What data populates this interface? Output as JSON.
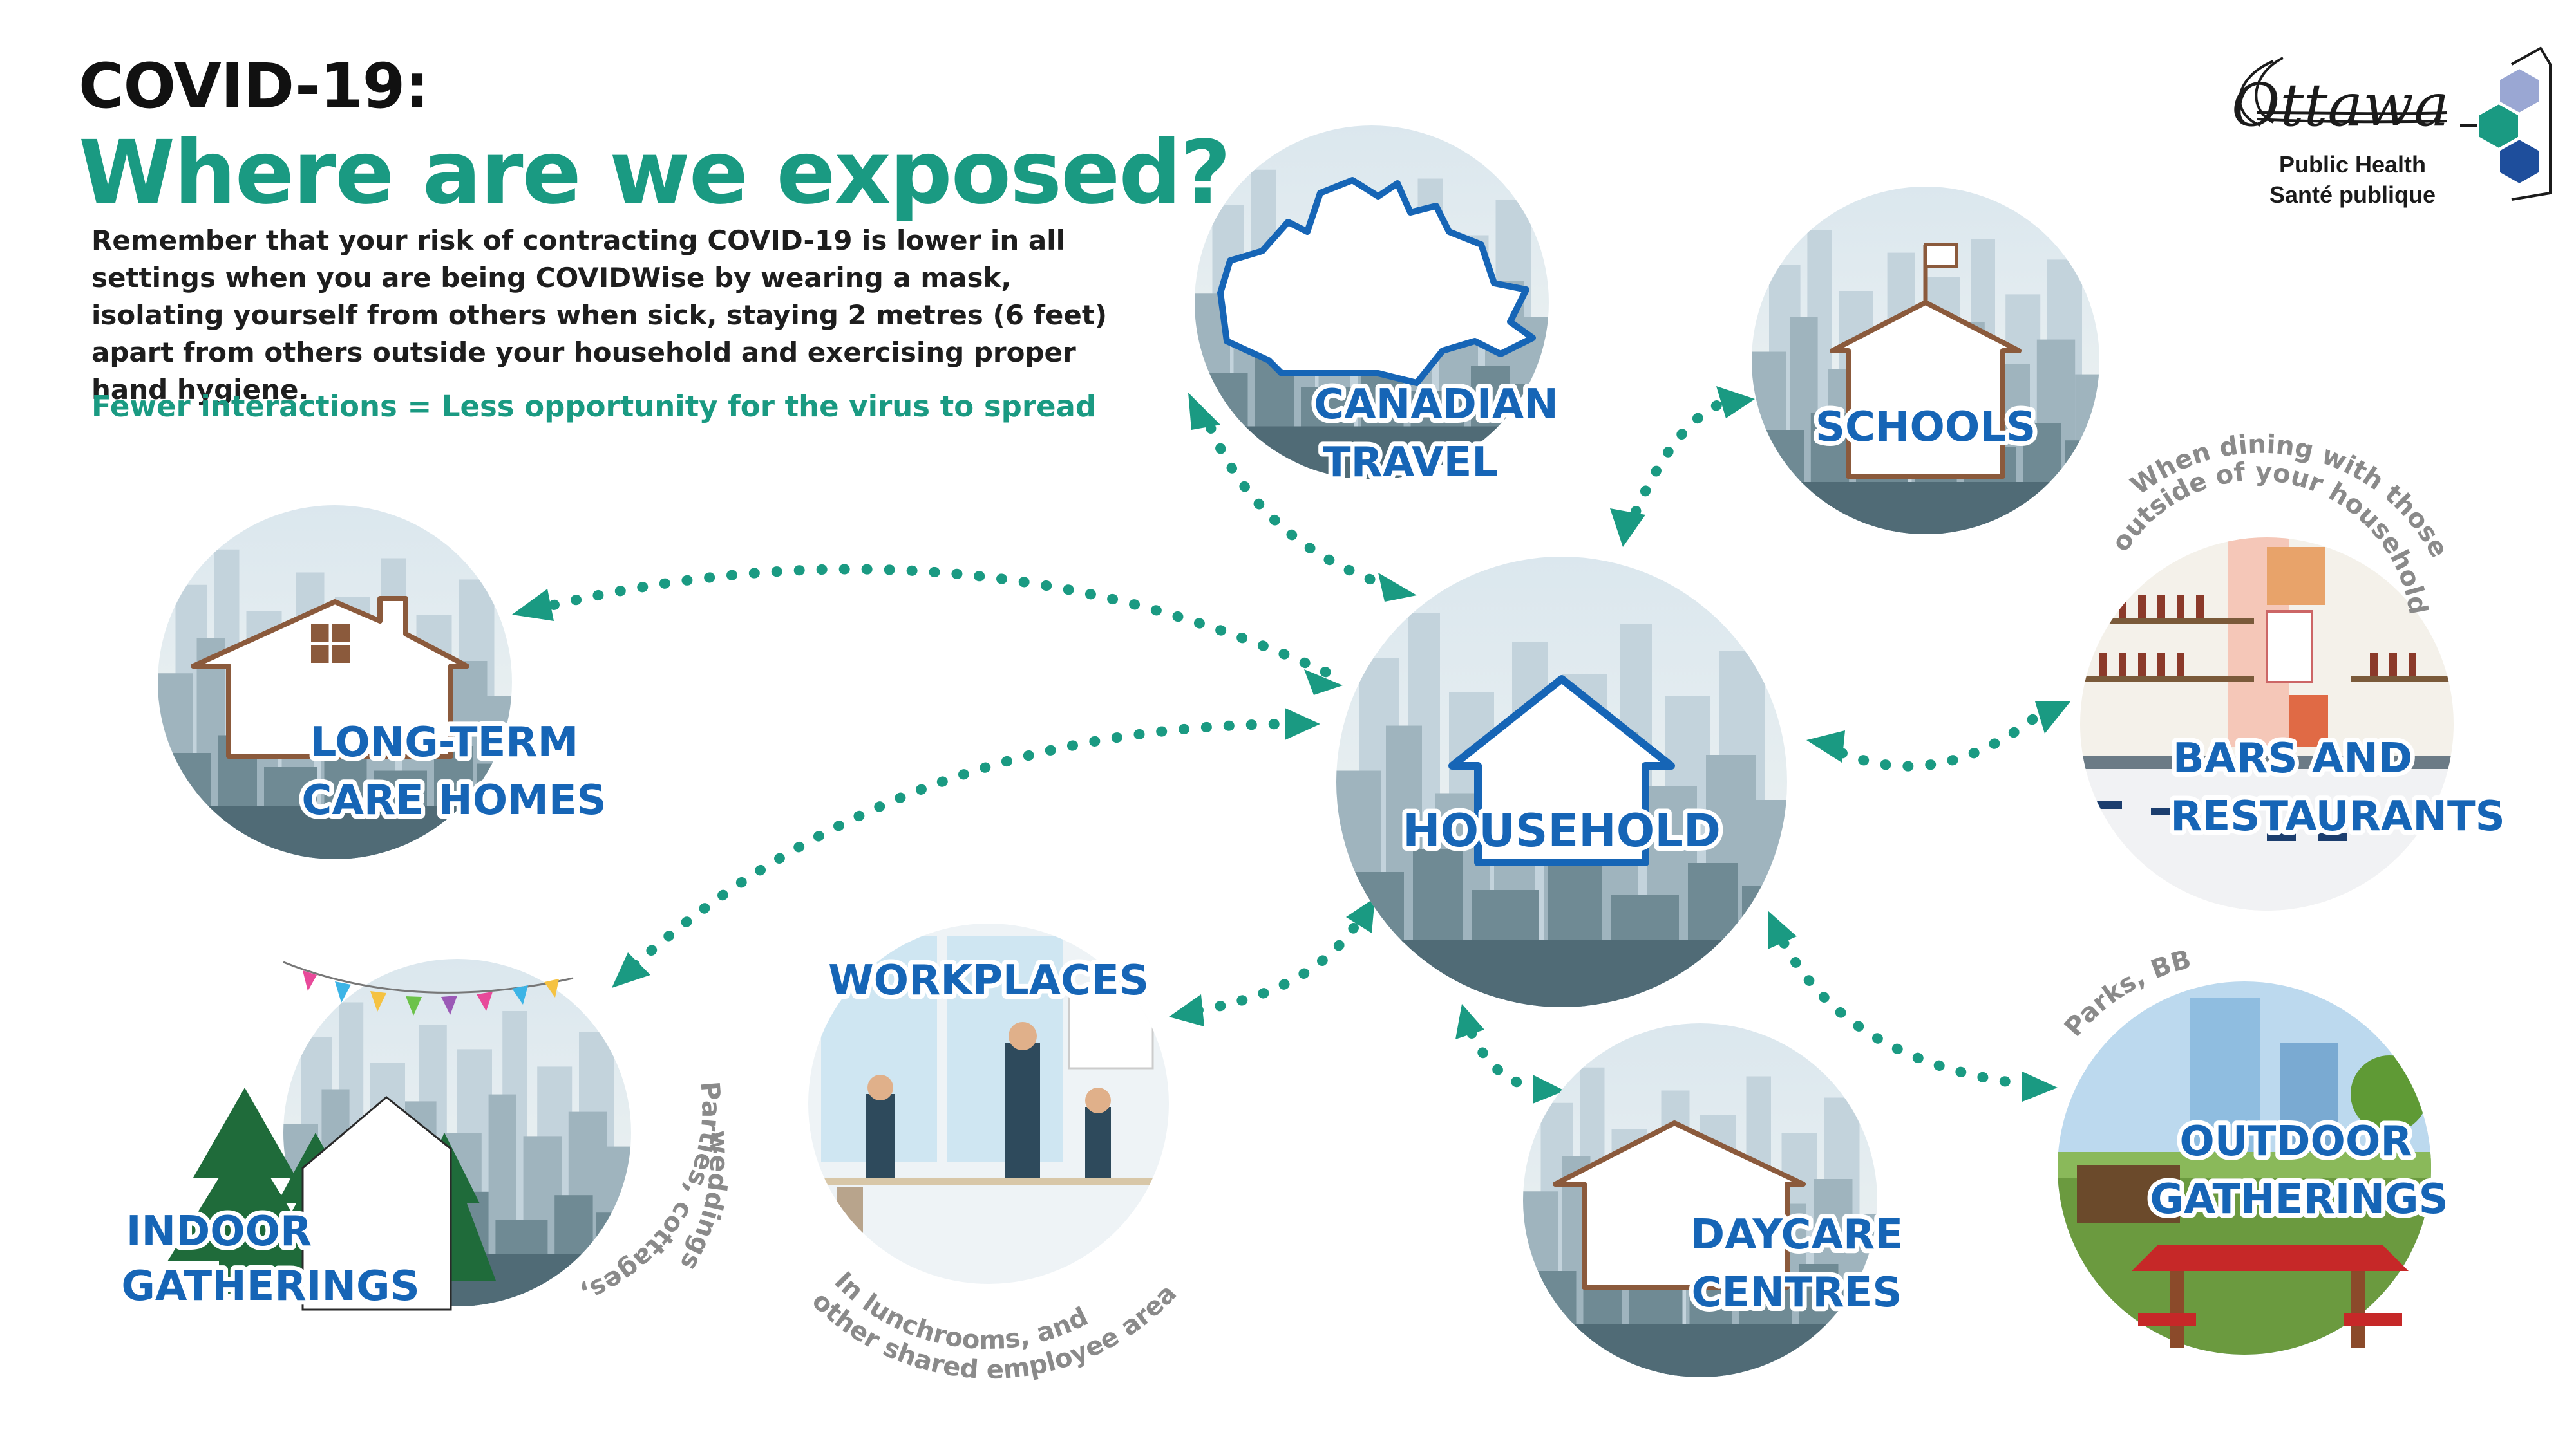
{
  "header": {
    "title_line1": "COVID-19:",
    "title_line2": "Where are we exposed?",
    "intro": "Remember that your risk of contracting COVID-19 is lower in all settings when you are being COVIDWise by wearing a mask, isolating yourself from others when sick, staying 2 metres (6 feet) apart from others outside your household and exercising proper hand hygiene.",
    "tagline": "Fewer interactions = Less opportunity for the virus to spread"
  },
  "logo": {
    "name": "Ottawa",
    "line1": "Public Health",
    "line2": "Santé publique",
    "icon": "hexagon-cluster-icon"
  },
  "center": {
    "label": "HOUSEHOLD",
    "icon": "house-icon"
  },
  "nodes": {
    "canadian_travel": {
      "line1": "CANADIAN",
      "line2": "TRAVEL",
      "icon": "canada-map-icon"
    },
    "schools": {
      "label": "SCHOOLS",
      "icon": "school-house-icon"
    },
    "long_term_care": {
      "line1": "LONG-TERM",
      "line2": "CARE HOMES",
      "icon": "care-home-icon"
    },
    "bars_restaurants": {
      "line1": "BARS AND",
      "line2": "RESTAURANTS",
      "note_line1": "When dining with those",
      "note_line2": "outside of your household",
      "icon": "bar-icon"
    },
    "indoor_gatherings": {
      "line1": "INDOOR",
      "line2": "GATHERINGS",
      "note_line1": "Parties, cottages,",
      "note_line2": "weddings",
      "icon": "party-house-icon"
    },
    "workplaces": {
      "label": "WORKPLACES",
      "note_line1": "In lunchrooms, and",
      "note_line2": "other shared employee areas",
      "icon": "office-icon"
    },
    "daycare": {
      "line1": "DAYCARE",
      "line2": "CENTRES",
      "icon": "daycare-house-icon"
    },
    "outdoor_gatherings": {
      "line1": "OUTDOOR",
      "line2": "GATHERINGS",
      "note": "Parks, BBQs",
      "icon": "picnic-table-icon"
    }
  },
  "colors": {
    "title_green": "#1a9a82",
    "label_blue": "#1665b6",
    "arrow_green": "#1a9a82",
    "note_grey": "#8a8a8a",
    "house_brown": "#8b5a3c"
  }
}
